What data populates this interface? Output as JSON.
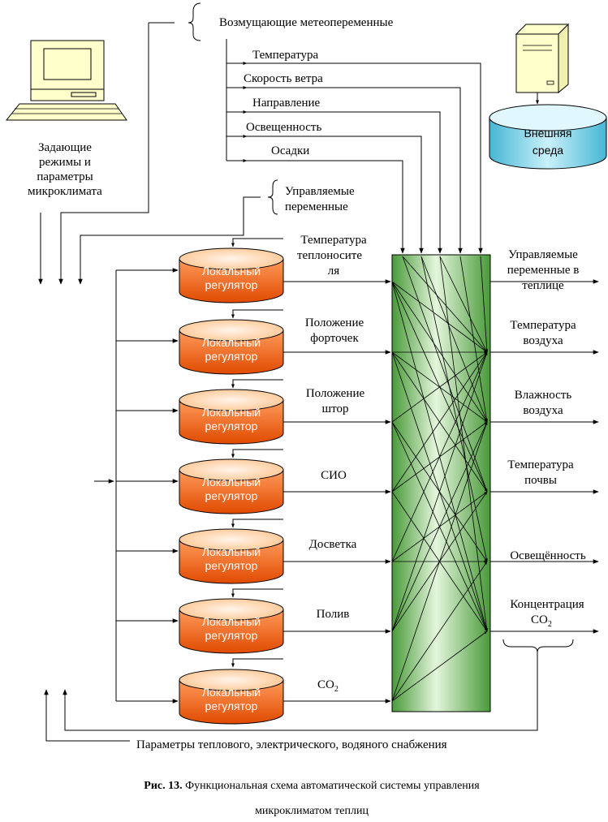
{
  "top_section": {
    "disturbance_label": "Возмущающие метеопеременные",
    "disturbances": [
      "Температура",
      "Скорость ветра",
      "Направление",
      "Освещенность",
      "Осадки"
    ]
  },
  "computer": {
    "caption_lines": [
      "Задающие",
      "режимы и",
      "параметры",
      "микроклимата"
    ]
  },
  "external_env": {
    "lines": [
      "Внешняя",
      "среда"
    ]
  },
  "controlled_header": {
    "lines": [
      "Управляемые",
      "переменные"
    ]
  },
  "regulators": {
    "label_lines": [
      "Локальный",
      "регулятор"
    ],
    "items": [
      {
        "signal_lines": [
          "Температура",
          "теплоносите",
          "ля"
        ]
      },
      {
        "signal_lines": [
          "Положение",
          "форточек"
        ]
      },
      {
        "signal_lines": [
          "Положение",
          "штор"
        ]
      },
      {
        "signal_lines": [
          "СИО"
        ]
      },
      {
        "signal_lines": [
          "Досветка"
        ]
      },
      {
        "signal_lines": [
          "Полив"
        ]
      },
      {
        "signal_lines": [
          "CO",
          "2"
        ]
      }
    ]
  },
  "outputs": {
    "header_lines": [
      "Управляемые",
      "переменные в",
      "теплице"
    ],
    "items": [
      {
        "lines": [
          "Температура",
          "воздуха"
        ]
      },
      {
        "lines": [
          "Влажность",
          "воздуха"
        ]
      },
      {
        "lines": [
          "Температура",
          "почвы"
        ]
      },
      {
        "lines": [
          "Освещённость"
        ]
      },
      {
        "lines": [
          "Концентрация",
          "CO",
          "2"
        ]
      }
    ]
  },
  "bottom_label": "Параметры теплового, электрического, водяного снабжения",
  "caption": {
    "bold": "Рис. 13.",
    "line1": "Функциональная схема автоматической системы управления",
    "line2": "микроклиматом теплиц"
  }
}
